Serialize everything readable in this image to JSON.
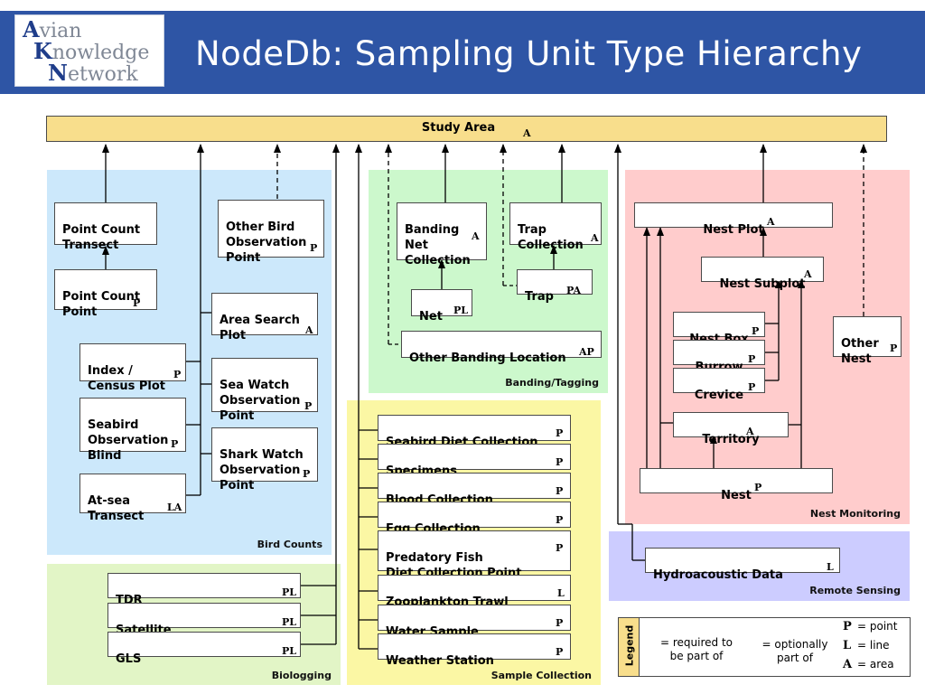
{
  "title": "NodeDb:  Sampling Unit Type Hierarchy",
  "logo": {
    "line1_initial": "A",
    "line1_rest": "vian",
    "line2_initial": "K",
    "line2_rest": "nowledge",
    "line3_initial": "N",
    "line3_rest": "etwork"
  },
  "colors": {
    "banner": "#2e55a5",
    "study_area": "#f8de8c",
    "bird_counts": "#cce8fb",
    "biologging": "#e2f5c6",
    "banding": "#ccf8cc",
    "sample_collection": "#fbf7a4",
    "nest_monitoring": "#ffcccc",
    "remote_sensing": "#ccccff"
  },
  "root": {
    "label": "Study Area",
    "tag": "A"
  },
  "regions": {
    "bird_counts": "Bird Counts",
    "biologging": "Biologging",
    "banding": "Banding/Tagging",
    "sample_collection": "Sample Collection",
    "nest_monitoring": "Nest Monitoring",
    "remote_sensing": "Remote Sensing"
  },
  "nodes": {
    "point_count_transect": {
      "label": "Point Count\nTransect",
      "tag": ""
    },
    "point_count_point": {
      "label": "Point Count\nPoint",
      "tag": "P"
    },
    "index_census_plot": {
      "label": "Index /\nCensus Plot",
      "tag": "P"
    },
    "seabird_observation_blind": {
      "label": "Seabird\nObservation\nBlind",
      "tag": "P"
    },
    "at_sea_transect": {
      "label": "At-sea\nTransect",
      "tag": "LA"
    },
    "other_bird_observation_point": {
      "label": "Other Bird\nObservation\nPoint",
      "tag": "P"
    },
    "area_search_plot": {
      "label": "Area Search\nPlot",
      "tag": "A"
    },
    "sea_watch_observation_point": {
      "label": "Sea Watch\nObservation\nPoint",
      "tag": "P"
    },
    "shark_watch_observation_point": {
      "label": "Shark Watch\nObservation\nPoint",
      "tag": "P"
    },
    "tdr": {
      "label": "TDR",
      "tag": "PL"
    },
    "satellite": {
      "label": "Satellite",
      "tag": "PL"
    },
    "gls": {
      "label": "GLS",
      "tag": "PL"
    },
    "banding_net_collection": {
      "label": "Banding\nNet\nCollection",
      "tag": "A"
    },
    "trap_collection": {
      "label": "Trap\nCollection",
      "tag": "A"
    },
    "net": {
      "label": "Net",
      "tag": "PL"
    },
    "trap": {
      "label": "Trap",
      "tag": "PA"
    },
    "other_banding_location": {
      "label": "Other Banding Location",
      "tag": "AP"
    },
    "seabird_diet_collection": {
      "label": "Seabird Diet Collection",
      "tag": "P"
    },
    "specimens": {
      "label": "Specimens",
      "tag": "P"
    },
    "blood_collection": {
      "label": "Blood Collection",
      "tag": "P"
    },
    "egg_collection": {
      "label": "Egg Collection",
      "tag": "P"
    },
    "predatory_fish_diet_collection_point": {
      "label": "Predatory Fish\nDiet Collection Point",
      "tag": "P"
    },
    "zooplankton_trawl": {
      "label": "Zooplankton Trawl",
      "tag": "L"
    },
    "water_sample": {
      "label": "Water Sample",
      "tag": "P"
    },
    "weather_station": {
      "label": "Weather Station",
      "tag": "P"
    },
    "nest_plot": {
      "label": "Nest Plot",
      "tag": "A"
    },
    "nest_subplot": {
      "label": "Nest Subplot",
      "tag": "A"
    },
    "nest_box": {
      "label": "Nest Box",
      "tag": "P"
    },
    "burrow": {
      "label": "Burrow",
      "tag": "P"
    },
    "crevice": {
      "label": "Crevice",
      "tag": "P"
    },
    "territory": {
      "label": "Territory",
      "tag": "A"
    },
    "nest": {
      "label": "Nest",
      "tag": "P"
    },
    "other_nest": {
      "label": "Other\nNest",
      "tag": "P"
    },
    "hydroacoustic_data": {
      "label": "Hydroacoustic Data",
      "tag": "L"
    }
  },
  "legend": {
    "title": "Legend",
    "required": "= required to\nbe part of",
    "optional": "= optionally\npart of",
    "keys": [
      {
        "symbol": "P",
        "meaning": "= point"
      },
      {
        "symbol": "L",
        "meaning": "= line"
      },
      {
        "symbol": "A",
        "meaning": "= area"
      }
    ]
  }
}
